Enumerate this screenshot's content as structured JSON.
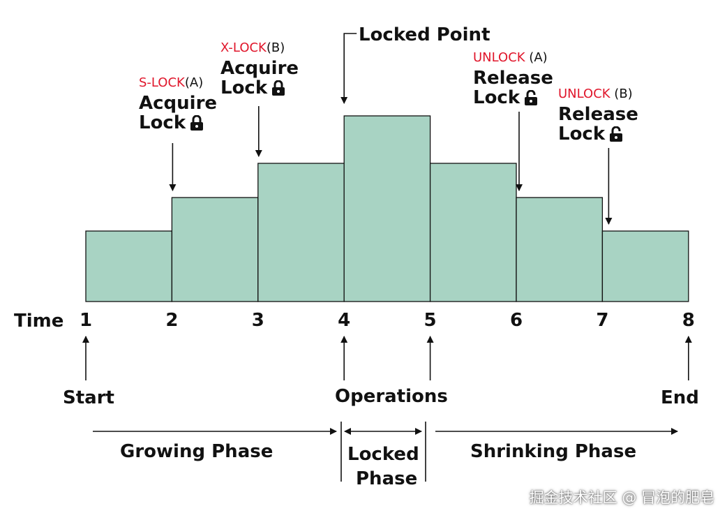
{
  "chart_data": {
    "type": "bar",
    "x_label": "Time",
    "ticks": [
      "1",
      "2",
      "3",
      "4",
      "5",
      "6",
      "7",
      "8"
    ],
    "bars": [
      {
        "from": 1,
        "to": 2,
        "level": 1
      },
      {
        "from": 2,
        "to": 3,
        "level": 2
      },
      {
        "from": 3,
        "to": 4,
        "level": 3
      },
      {
        "from": 4,
        "to": 5,
        "level": 4
      },
      {
        "from": 5,
        "to": 6,
        "level": 3
      },
      {
        "from": 6,
        "to": 7,
        "level": 2
      },
      {
        "from": 7,
        "to": 8,
        "level": 1
      }
    ],
    "bar_color": "#a8d3c3"
  },
  "events": [
    {
      "id": "s_lock",
      "at": 2,
      "op": "S-LOCK",
      "target": "(A)",
      "line1": "Acquire",
      "line2": "Lock",
      "lock_icon": "lock-closed-icon"
    },
    {
      "id": "x_lock",
      "at": 3,
      "op": "X-LOCK",
      "target": "(B)",
      "line1": "Acquire",
      "line2": "Lock",
      "lock_icon": "lock-closed-icon"
    },
    {
      "id": "unlock_a",
      "at": 6,
      "op": "UNLOCK",
      "target": " (A)",
      "line1": "Release",
      "line2": "Lock",
      "lock_icon": "lock-open-icon"
    },
    {
      "id": "unlock_b",
      "at": 7,
      "op": "UNLOCK",
      "target": " (B)",
      "line1": "Release",
      "line2": "Lock",
      "lock_icon": "lock-open-icon"
    }
  ],
  "locked_point": {
    "at": 4,
    "label": "Locked Point"
  },
  "markers": {
    "start": "Start",
    "operations": "Operations",
    "end": "End"
  },
  "phases": {
    "growing": "Growing Phase",
    "locked_line1": "Locked",
    "locked_line2": "Phase",
    "shrinking": "Shrinking Phase"
  },
  "watermark": "掘金技术社区 @ 冒泡的肥皂",
  "colors": {
    "op_label": "#e0162b",
    "bar_fill": "#a8d3c3",
    "stroke": "#111111"
  }
}
